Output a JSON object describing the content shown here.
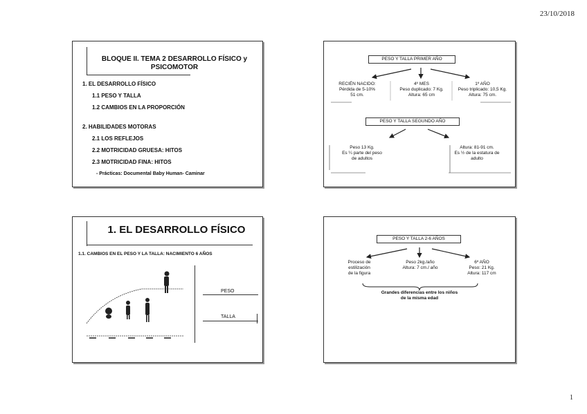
{
  "header": {
    "date": "23/10/2018"
  },
  "footer": {
    "page": "1"
  },
  "slide1": {
    "title": "BLOQUE II. TEMA 2 DESARROLLO FÍSICO y PSICOMOTOR",
    "items": [
      "1.  EL DESARROLLO FÍSICO",
      "1.1 PESO Y TALLA",
      "1.2 CAMBIOS EN LA PROPORCIÓN",
      "2. HABILIDADES MOTORAS",
      "2.1 LOS REFLEJOS",
      "2.2 MOTRICIDAD GRUESA: HITOS",
      "2.3 MOTRICIDAD FINA: HITOS",
      "-    Prácticas: Documental Baby Human- Caminar"
    ]
  },
  "slide2": {
    "box1": "PESO Y TALLA PRIMER AÑO",
    "col1": [
      "RECIÉN NACIDO:",
      "Pérdida de 5-10%",
      "51 cm."
    ],
    "col2": [
      "4º MES",
      "Peso duplicado: 7 Kg.",
      "Altura: 65 cm"
    ],
    "col3": [
      "1º AÑO",
      "Peso triplicado: 10,5 Kg.",
      "Altura: 75 cm."
    ],
    "box2": "PESO Y TALLA SEGUNDO AÑO",
    "left": [
      "Peso 13 Kg.",
      "Es ¼ parte del peso",
      "de adultos"
    ],
    "right": [
      "Altura: 81-91 cm.",
      "Es ½ de la estatura de",
      "adulto"
    ]
  },
  "slide3": {
    "title": "1. EL DESARROLLO FÍSICO",
    "subtitle": "1.1.  CAMBIOS EN EL PESO Y LA TALLA: NACIMIENTO    6 AÑOS",
    "label_peso": "PESO",
    "label_talla": "TALLA"
  },
  "slide4": {
    "box": "PESO Y TALLA 2-6 AÑOS",
    "col1": [
      "Proceso de",
      "estilización",
      "de la figura"
    ],
    "col2": [
      "Peso 2kg./año",
      "Altura: 7 cm./ año"
    ],
    "col3": [
      "6º AÑO",
      "Peso: 21 Kg.",
      "Altura: 117 cm"
    ],
    "note": [
      "Grandes diferencias entre los niños",
      "de la misma edad"
    ]
  }
}
